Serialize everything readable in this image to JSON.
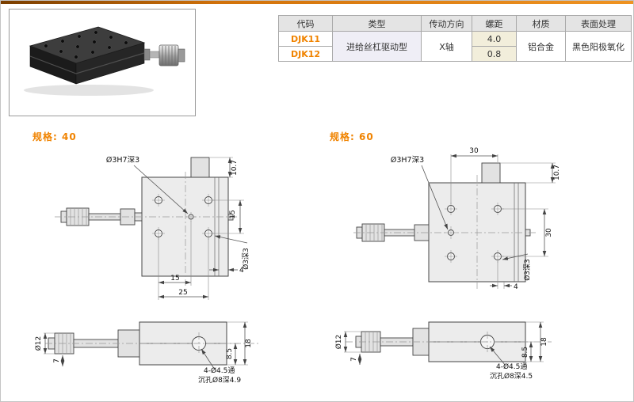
{
  "page": {
    "accent": "#f08300"
  },
  "table": {
    "headers": [
      "代码",
      "类型",
      "传动方向",
      "螺距",
      "材质",
      "表面处理"
    ],
    "rows": [
      {
        "code": "DJK11",
        "type": "进给丝杠驱动型",
        "direction": "X轴",
        "pitch": "4.0",
        "material": "铝合金",
        "finish": "黑色阳极氧化"
      },
      {
        "code": "DJK12",
        "pitch": "0.8"
      }
    ]
  },
  "drawings": [
    {
      "spec_label": "规格: 40",
      "top_view": {
        "hole_label": "Ø3H7深3",
        "side_hole_label": "Ø3深3",
        "block_height": "10.7",
        "row_spacing": "15",
        "edge_offset": "4",
        "col_spacing_inner": "15",
        "col_spacing": "25"
      },
      "front_view": {
        "knob_dia": "Ø12",
        "knob_len": "7",
        "half_height": "8.5",
        "total_height": "18",
        "mount_note_1": "4-Ø4.5通",
        "mount_note_2": "沉孔Ø8深4.9"
      }
    },
    {
      "spec_label": "规格: 60",
      "top_view": {
        "hole_label": "Ø3H7深3",
        "side_hole_label": "Ø3深3",
        "block_height": "10.7",
        "row_spacing": "30",
        "edge_offset": "4",
        "col_spacing": "30"
      },
      "front_view": {
        "knob_dia": "Ø12",
        "knob_len": "7",
        "half_height": "8.5",
        "total_height": "18",
        "mount_note_1": "4-Ø4.5通",
        "mount_note_2": "沉孔Ø8深4.5"
      }
    }
  ]
}
